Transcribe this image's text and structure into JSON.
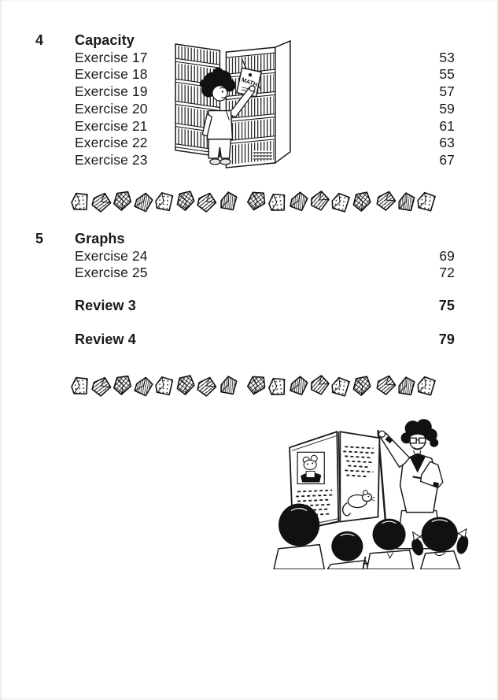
{
  "page": {
    "background": "#ffffff",
    "ink": "#1a1a1a",
    "kind": "textbook table of contents"
  },
  "toc": {
    "sections": [
      {
        "number": "4",
        "title": "Capacity",
        "items": [
          {
            "label": "Exercise 17",
            "page": "53"
          },
          {
            "label": "Exercise 18",
            "page": "55"
          },
          {
            "label": "Exercise 19",
            "page": "57"
          },
          {
            "label": "Exercise 20",
            "page": "59"
          },
          {
            "label": "Exercise 21",
            "page": "61"
          },
          {
            "label": "Exercise 22",
            "page": "63"
          },
          {
            "label": "Exercise 23",
            "page": "67"
          }
        ]
      },
      {
        "number": "5",
        "title": "Graphs",
        "items": [
          {
            "label": "Exercise 24",
            "page": "69"
          },
          {
            "label": "Exercise 25",
            "page": "72"
          }
        ]
      }
    ],
    "reviews": [
      {
        "label": "Review 3",
        "page": "75"
      },
      {
        "label": "Review 4",
        "page": "79"
      }
    ]
  },
  "illustrations": {
    "library": {
      "description": "girl picking a book from library shelves",
      "book_label": "MATH"
    },
    "storytime": {
      "description": "teacher with glasses reading a big picture book with mice to four children"
    }
  },
  "dividers": {
    "rows": 2,
    "shapes_per_row": 17,
    "style": "hand-drawn patterned candy squares"
  }
}
